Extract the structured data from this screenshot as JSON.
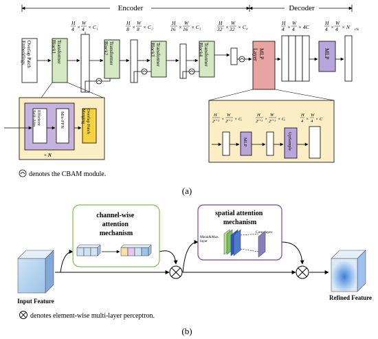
{
  "top": {
    "encoder_label": "Encoder",
    "decoder_label": "Decoder",
    "overlap_patch_label": "Overlap Patch Embeddings",
    "blocks": [
      "Transformer Block1",
      "Transformer Block2",
      "Transformer Block3",
      "Transformer Block4"
    ],
    "dim1": [
      "H",
      "4",
      "W",
      "4",
      "× C₁"
    ],
    "dim2": [
      "H",
      "8",
      "W",
      "8",
      "× C₂"
    ],
    "dim3": [
      "H",
      "16",
      "W",
      "16",
      "× C₃"
    ],
    "dim4": [
      "H",
      "32",
      "W",
      "32",
      "× C₄"
    ],
    "dim5": [
      "H",
      "4",
      "W",
      "4",
      "× 4C"
    ],
    "dim6": [
      "H",
      "4",
      "W",
      "4",
      "× N",
      "cls"
    ],
    "mlp_layer_label": "MLP Layer",
    "mlp_label": "MLP",
    "detail_left": {
      "efficient_attn": "Efficient Self-Attn",
      "mix_ffn": "Mix-FFN",
      "overlap_merging": "Overlap Patch Merging",
      "times_n": "× N"
    },
    "detail_right": {
      "dimA": [
        "H",
        "2ⁱ⁺¹",
        "W",
        "2ⁱ⁺¹",
        "× Cᵢ"
      ],
      "dimB": [
        "H",
        "2ⁱ⁺¹",
        "W",
        "2ⁱ⁺¹",
        "× Cᵢ"
      ],
      "dimC": [
        "H",
        "4",
        "W",
        "4",
        "× C"
      ],
      "mlp": "MLP",
      "upsample": "UpSample"
    },
    "cbam_note": "denotes the CBAM module.",
    "caption": "(a)"
  },
  "bottom": {
    "channel_title": [
      "channel-wise",
      "attention",
      "mechanism"
    ],
    "spatial_title": [
      "spatial attention",
      "mechanism"
    ],
    "meanmax_label": [
      "Mean&Max",
      "layer"
    ],
    "conv_label": "Conv layer",
    "input_label": "Input Feature",
    "refined_label": "Refined Feature",
    "mlp_note": "denotes element-wise multi-layer perceptron.",
    "caption": "(b)"
  },
  "colors": {
    "transformer_block": "#d4e8c2",
    "mlp_layer": "#e8a4a0",
    "mlp_purple": "#b7a6db",
    "detail_bg": "#fbeec4",
    "detail_left_inner": "#c5b3de",
    "overlap_merging": "#f6d23f",
    "channel_border": "#7cbf4a",
    "spatial_border": "#7a3fa0"
  }
}
